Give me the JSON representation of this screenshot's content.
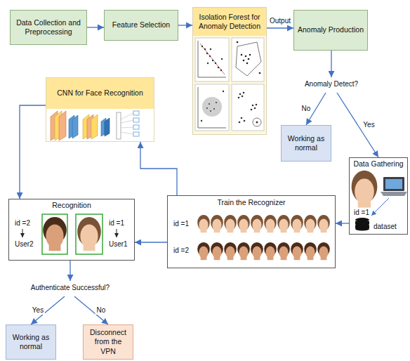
{
  "diagram": {
    "nodes": [
      {
        "text": [
          "Data Collection and Preprocessing"
        ]
      },
      {
        "text": [
          "Feature Selection"
        ]
      },
      {
        "text": [
          "Isolation Forest for Anomaly Detection"
        ]
      },
      {
        "text": [
          "Anomaly Production"
        ]
      },
      {
        "text": [
          "Anomaly Detect?"
        ]
      },
      {
        "text": [
          "Working as normal"
        ]
      },
      {
        "text": [
          "Data Gathering",
          "id =1",
          "dataset"
        ]
      },
      {
        "text": [
          "Train the Recognizer",
          "id =1",
          "id =2"
        ]
      },
      {
        "text": [
          "CNN for Face Recognition"
        ]
      },
      {
        "text": [
          "Recognition",
          "id =2",
          "User2",
          "id =1",
          "User1"
        ]
      },
      {
        "text": [
          "Authenticate Successful?"
        ]
      },
      {
        "text": [
          "Working as normal"
        ]
      },
      {
        "text": [
          "Disconnect from the VPN"
        ]
      }
    ],
    "edges": [
      {
        "from": 0,
        "to": 1,
        "arrow": "to"
      },
      {
        "from": 1,
        "to": 2,
        "arrow": "to"
      },
      {
        "from": 2,
        "to": 3,
        "arrow": "to",
        "label": "Output"
      },
      {
        "from": 3,
        "to": 4,
        "arrow": "to"
      },
      {
        "from": 4,
        "to": 5,
        "arrow": "to",
        "label": "No"
      },
      {
        "from": 4,
        "to": 6,
        "arrow": "to",
        "label": "Yes"
      },
      {
        "from": 6,
        "to": 7,
        "arrow": "to"
      },
      {
        "from": 7,
        "to": 9,
        "arrow": "to"
      },
      {
        "from": 7,
        "to": 8,
        "arrow": "to"
      },
      {
        "from": 8,
        "to": 9,
        "arrow": "to"
      },
      {
        "from": 9,
        "to": 10,
        "arrow": "to"
      },
      {
        "from": 10,
        "to": 11,
        "arrow": "to",
        "label": "Yes"
      },
      {
        "from": 10,
        "to": 12,
        "arrow": "to",
        "label": "No"
      }
    ]
  }
}
